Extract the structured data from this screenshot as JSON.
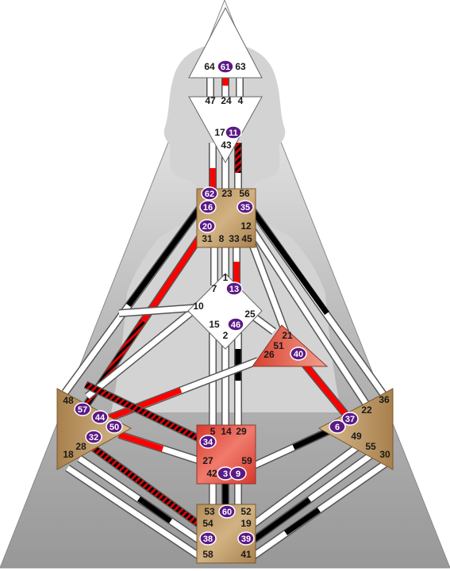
{
  "colors": {
    "background_grad_top": "#ffffff",
    "background_grad_bottom": "#9c9c9c",
    "silhouette": "#d3d3d3",
    "channel_white": "#ffffff",
    "channel_red": "#f00000",
    "channel_black": "#000000",
    "center_gold": "#c4a473",
    "center_red": "#e8544a",
    "center_white": "#ffffff",
    "activation_circle": "#5b1a86"
  },
  "centers": {
    "head": {
      "gates": [
        "64",
        "61",
        "63"
      ],
      "activated": [
        "61"
      ]
    },
    "ajna": {
      "gates": [
        "47",
        "24",
        "4",
        "17",
        "11",
        "43"
      ],
      "activated": [
        "11"
      ]
    },
    "throat": {
      "gates": [
        "62",
        "23",
        "56",
        "16",
        "35",
        "20",
        "12",
        "31",
        "8",
        "33",
        "45"
      ],
      "activated": [
        "62",
        "16",
        "35",
        "20"
      ]
    },
    "g": {
      "gates": [
        "1",
        "7",
        "13",
        "10",
        "25",
        "15",
        "46",
        "2"
      ],
      "activated": [
        "13",
        "46"
      ]
    },
    "heart": {
      "gates": [
        "21",
        "51",
        "26",
        "40"
      ],
      "activated": [
        "40"
      ]
    },
    "spleen": {
      "gates": [
        "48",
        "57",
        "44",
        "50",
        "32",
        "28",
        "18"
      ],
      "activated": [
        "57",
        "44",
        "50",
        "32"
      ]
    },
    "sacral": {
      "gates": [
        "5",
        "14",
        "29",
        "34",
        "27",
        "59",
        "42",
        "3",
        "9"
      ],
      "activated": [
        "34",
        "3",
        "9"
      ]
    },
    "solar": {
      "gates": [
        "36",
        "22",
        "37",
        "6",
        "49",
        "55",
        "30"
      ],
      "activated": [
        "37",
        "6"
      ]
    },
    "root": {
      "gates": [
        "53",
        "60",
        "52",
        "54",
        "19",
        "38",
        "39",
        "58",
        "41"
      ],
      "activated": [
        "60",
        "38",
        "39"
      ]
    }
  }
}
